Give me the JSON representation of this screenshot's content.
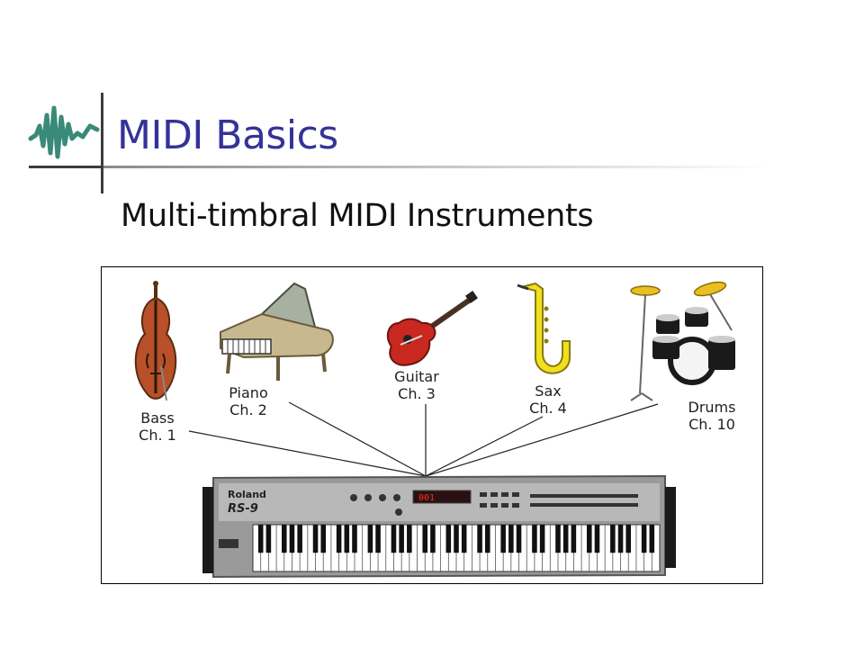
{
  "slide": {
    "title": "MIDI Basics",
    "subtitle": "Multi-timbral MIDI Instruments"
  },
  "colors": {
    "title": "#333399",
    "logo": "#3a8a7a"
  },
  "icons": {
    "logo": "waveform-logo-icon"
  },
  "instruments": [
    {
      "name": "Bass",
      "channel": "Ch. 1"
    },
    {
      "name": "Piano",
      "channel": "Ch. 2"
    },
    {
      "name": "Guitar",
      "channel": "Ch. 3"
    },
    {
      "name": "Sax",
      "channel": "Ch. 4"
    },
    {
      "name": "Drums",
      "channel": "Ch. 10"
    }
  ],
  "keyboard": {
    "brand": "Roland",
    "model": "RS-9",
    "display": "001"
  }
}
